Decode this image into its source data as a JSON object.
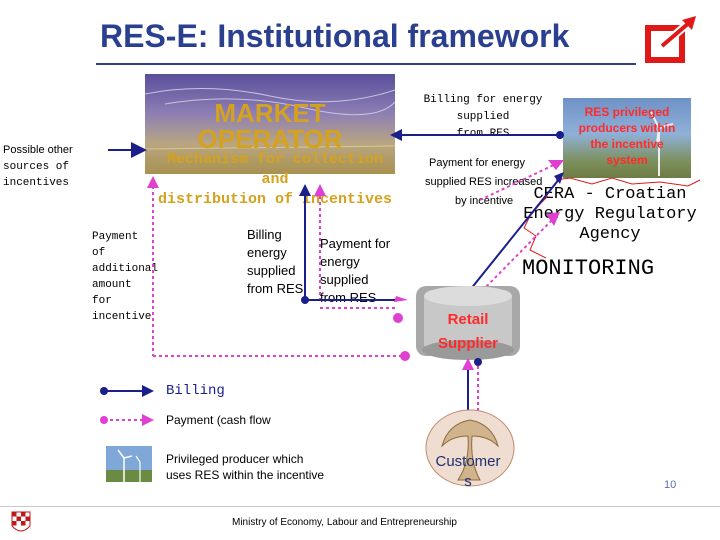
{
  "title": "RES-E: Institutional  framework",
  "market_operator": {
    "title_line1": "MARKET",
    "title_line2": "OPERATOR",
    "mechanism_line1": "Mechanism for collection",
    "mechanism_line2": "and",
    "mechanism_line3": "distribution of incentives"
  },
  "possible_sources": {
    "line1": "Possible other",
    "line2": "sources of",
    "line3": "incentives"
  },
  "payment_additional": {
    "line1": "Payment",
    "line2": "of",
    "line3": "additional",
    "line4": "amount",
    "line5": "for",
    "line6": "incentive"
  },
  "billing_energy_res": {
    "line1": "Billing",
    "line2": "energy",
    "line3": "supplied",
    "line4": "from RES"
  },
  "payment_energy_res": {
    "line1": "Payment for",
    "line2": "energy",
    "line3": "supplied",
    "line4": "from RES"
  },
  "billing_top": {
    "line1": "Billing for energy",
    "line2": "supplied",
    "line3": "from RES"
  },
  "payment_increased": {
    "line1": "Payment for energy",
    "line2": "supplied RES increased",
    "line3": "by incentive"
  },
  "res_privileged": {
    "line1": "RES privileged",
    "line2": "producers within",
    "line3": "the incentive",
    "line4": "system"
  },
  "cera": {
    "line1": "CERA - Croatian",
    "line2": "Energy Regulatory",
    "line3": "Agency"
  },
  "monitoring": "MONITORING",
  "retail_supplier": {
    "line1": "Retail",
    "line2": "Supplier"
  },
  "customers": {
    "line1": "Customer",
    "line2": "s"
  },
  "legend": {
    "billing": "Billing",
    "payment": "Payment (cash flow",
    "privileged_line1": "Privileged producer which",
    "privileged_line2": "uses RES within the incentive"
  },
  "footer": "Ministry of Economy, Labour and Entrepreneurship",
  "page_number": "10",
  "colors": {
    "title": "#2a3f8f",
    "billing_line": "#1a1f8a",
    "payment_line": "#e040d0",
    "accent_red": "#ff2a2a",
    "operator_gold": "#d4a21e"
  }
}
